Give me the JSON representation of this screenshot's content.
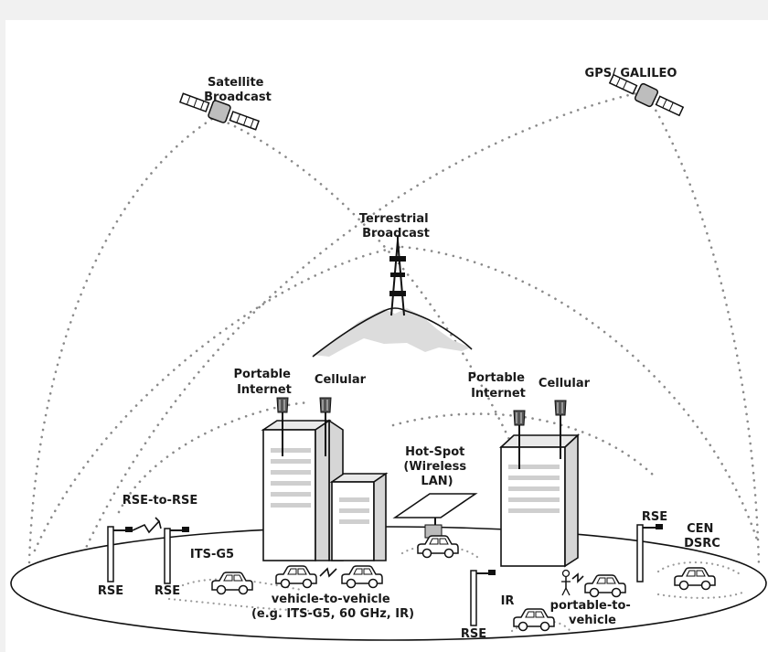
{
  "labels": {
    "satellite_broadcast": [
      "Satellite",
      "Broadcast"
    ],
    "gps_galileo": "GPS/ GALILEO",
    "terrestrial_broadcast": [
      "Terrestrial",
      "Broadcast"
    ],
    "portable_internet_left": [
      "Portable",
      "Internet"
    ],
    "cellular_left": "Cellular",
    "portable_internet_right": [
      "Portable",
      "Internet"
    ],
    "cellular_right": "Cellular",
    "hot_spot": [
      "Hot-Spot",
      "(Wireless",
      "LAN)"
    ],
    "rse_to_rse": "RSE-to-RSE",
    "its_g5": "ITS-G5",
    "rse_left_1": "RSE",
    "rse_left_2": "RSE",
    "rse_right": "RSE",
    "rse_bottom": "RSE",
    "cen_dsrc": [
      "CEN",
      "DSRC"
    ],
    "v2v": [
      "vehicle-to-vehicle",
      "(e.g. ITS-G5, 60 GHz, IR)"
    ],
    "ir": "IR",
    "portable_to_vehicle": [
      "portable-to-",
      "vehicle"
    ]
  },
  "colors": {
    "ink": "#111111",
    "dots": "#8a8a8a",
    "background": "#f1f1f1",
    "panel": "#ffffff"
  },
  "icons": [
    "satellite-icon",
    "gps-satellite-icon",
    "broadcast-tower-icon",
    "antenna-icon",
    "car-icon",
    "person-icon",
    "road-side-unit-icon",
    "wifi-hotspot-icon"
  ]
}
